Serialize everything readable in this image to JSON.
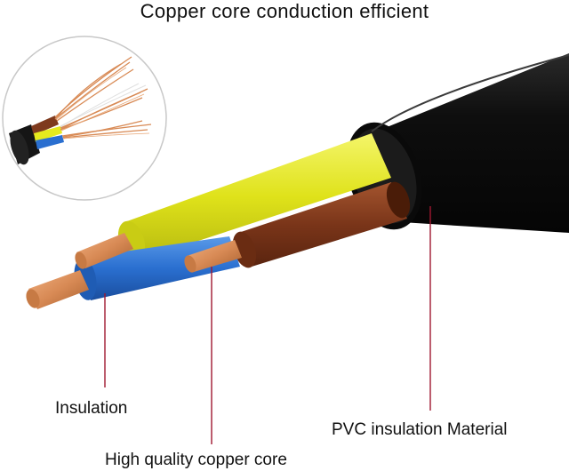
{
  "title": "Copper core conduction efficient",
  "labels": {
    "insulation": "Insulation",
    "pvc": "PVC insulation Material",
    "copper_core": "High quality copper core"
  },
  "colors": {
    "sheath": "#161616",
    "yellow_wire": "#e6ea1e",
    "brown_wire": "#7e3a1e",
    "blue_wire": "#2a6fd0",
    "copper": "#d88a55",
    "leader_line": "#a01830",
    "circle_border": "#c8c8c8"
  },
  "icons": {
    "cable": "cable-illustration-icon",
    "inset": "stranded-copper-inset-icon"
  }
}
